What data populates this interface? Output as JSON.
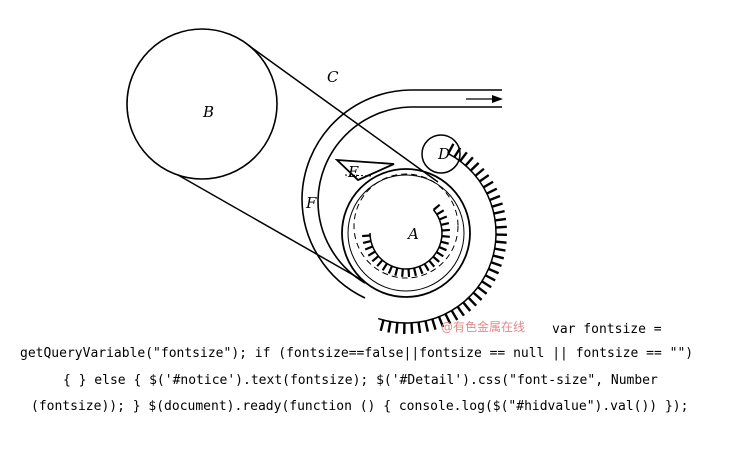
{
  "diagram": {
    "labels": {
      "b": "B",
      "c": "C",
      "d": "D",
      "e": "E",
      "f": "F",
      "a": "A"
    },
    "watermark": "@有色金属在线"
  },
  "code_lines": [
    "var fontsize =",
    "getQueryVariable(\"fontsize\"); if (fontsize==false||fontsize == null || fontsize == \"\")",
    "{ } else { $('#notice').text(fontsize); $('#Detail').css(\"font-size\", Number",
    "(fontsize)); } $(document).ready(function () { console.log($(\"#hidvalue\").val()) });"
  ],
  "colors": {
    "line": "#000000",
    "watermark": "#e08a8a"
  }
}
